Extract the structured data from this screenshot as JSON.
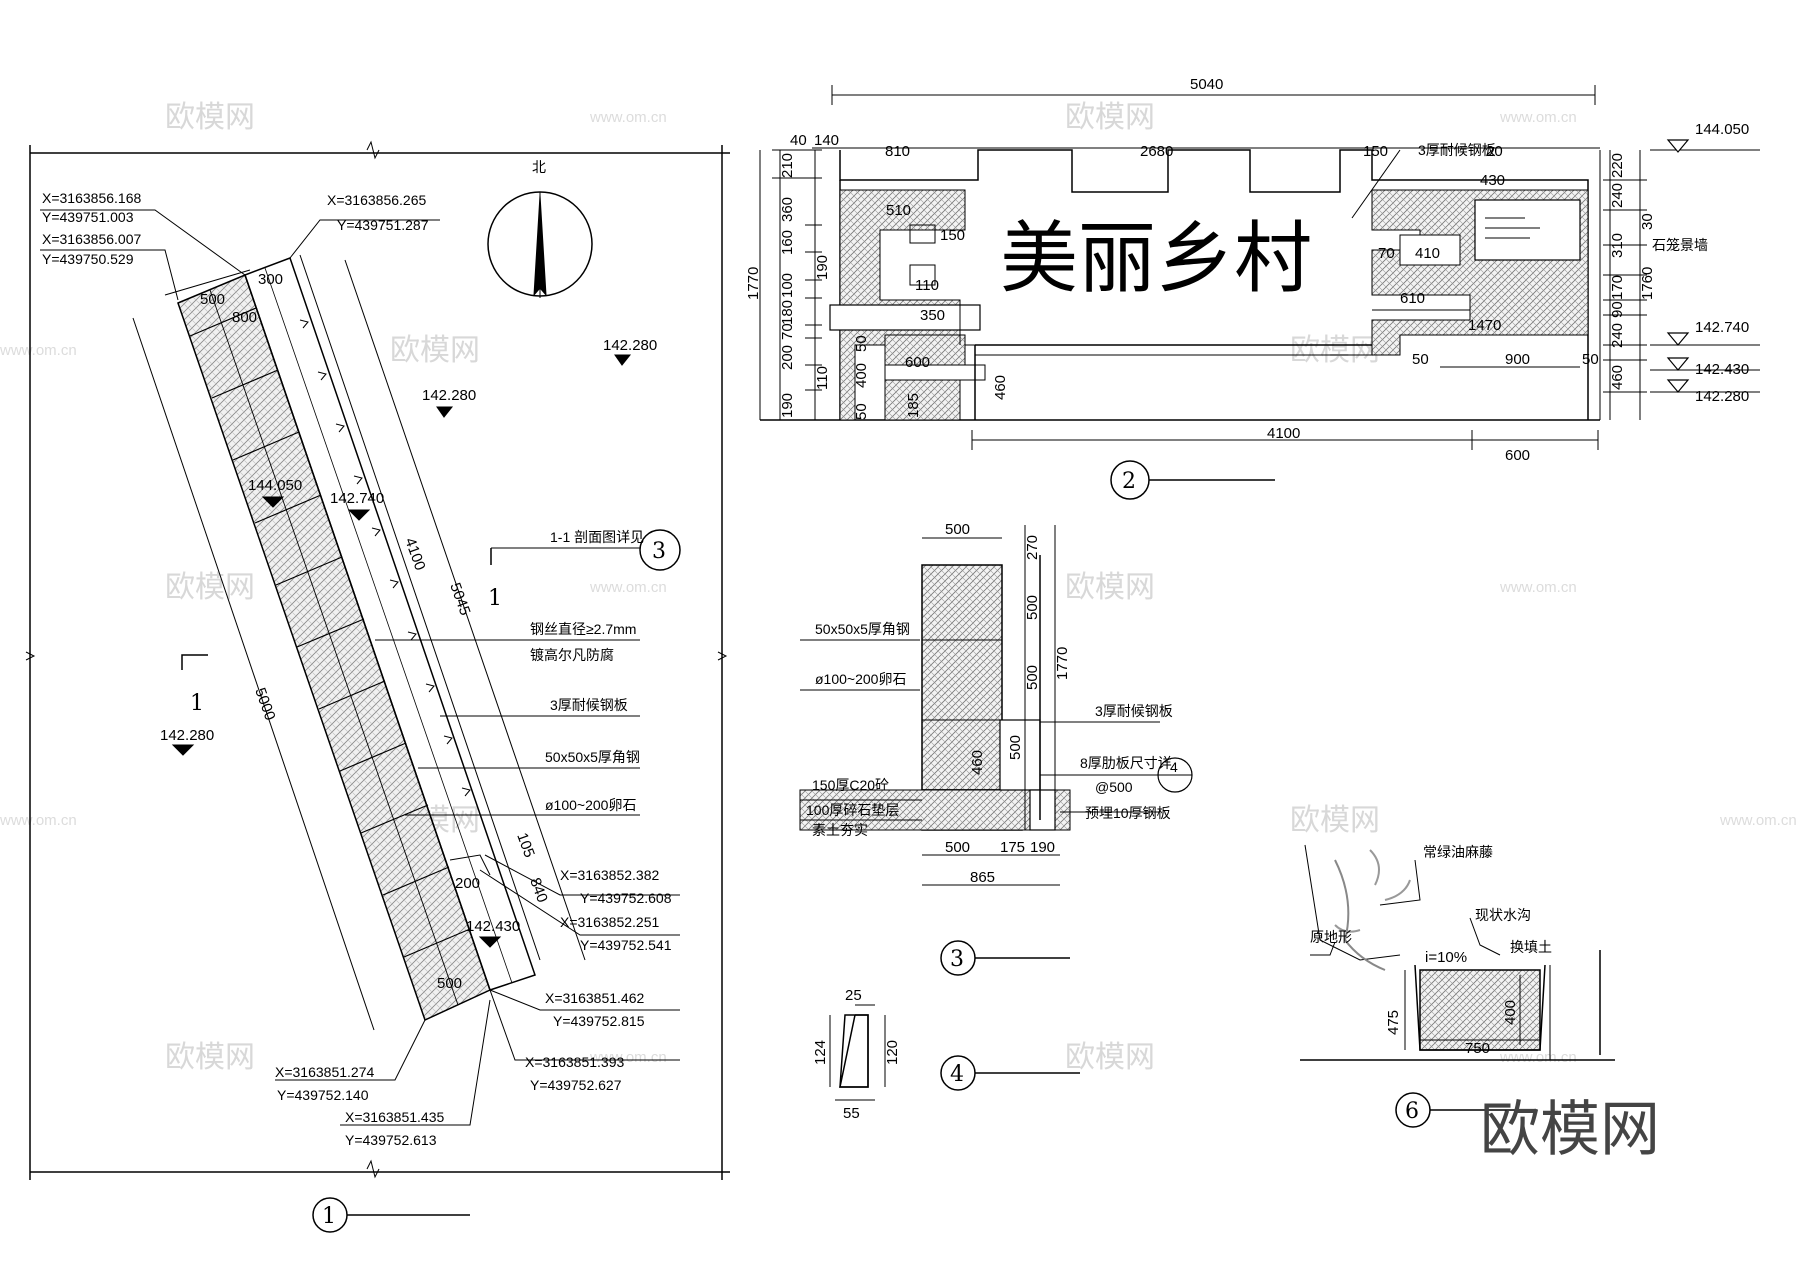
{
  "watermark": {
    "brand": "欧模网",
    "url": "www.om.cn",
    "corner": "欧模网"
  },
  "north": "北",
  "view1": {
    "label": "1",
    "ref": "3",
    "section_mark": "1",
    "ref_note": "1-1 剖面图详见",
    "coords": [
      {
        "x": "X=3163856.168",
        "y": "Y=439751.003"
      },
      {
        "x": "X=3163856.007",
        "y": "Y=439750.529"
      },
      {
        "x": "X=3163856.265",
        "y": "Y=439751.287"
      },
      {
        "x": "X=3163852.382",
        "y": "Y=439752.608"
      },
      {
        "x": "X=3163852.251",
        "y": "Y=439752.541"
      },
      {
        "x": "X=3163851.462",
        "y": "Y=439752.815"
      },
      {
        "x": "X=3163851.393",
        "y": "Y=439752.627"
      },
      {
        "x": "X=3163851.274",
        "y": "Y=439752.140"
      },
      {
        "x": "X=3163851.435",
        "y": "Y=439752.613"
      }
    ],
    "dims": [
      "500",
      "800",
      "300",
      "5000",
      "4100",
      "5045",
      "105",
      "840",
      "200",
      "500"
    ],
    "elevations": [
      "142.280",
      "142.280",
      "144.050",
      "142.740",
      "142.280",
      "142.430"
    ],
    "notes": [
      "钢丝直径≥2.7mm",
      "镀高尔凡防腐",
      "3厚耐候钢板",
      "50x50x5厚角钢",
      "ø100~200卵石"
    ]
  },
  "view2": {
    "label": "2",
    "title": "美丽乡村",
    "top_dims": [
      "5040",
      "40",
      "140",
      "810",
      "2680",
      "150",
      "3厚耐候钢板",
      "20"
    ],
    "inner_dims": [
      "430",
      "510",
      "150",
      "110",
      "350",
      "70",
      "410",
      "610",
      "1470",
      "600",
      "460",
      "185",
      "50",
      "900",
      "50"
    ],
    "left_dims": [
      "210",
      "360",
      "160",
      "190",
      "100",
      "180",
      "70",
      "200",
      "110",
      "190",
      "1770",
      "400",
      "50",
      "50"
    ],
    "right_dims": [
      "220",
      "240",
      "30",
      "310",
      "1760",
      "170",
      "90",
      "240",
      "460"
    ],
    "bottom_dims": [
      "4100",
      "600"
    ],
    "right_note": "石笼景墙",
    "elevations": [
      "144.050",
      "142.740",
      "142.430",
      "142.280"
    ]
  },
  "view3": {
    "label": "3",
    "dims_top": "500",
    "dims_right": [
      "270",
      "500",
      "500",
      "500",
      "1770",
      "460"
    ],
    "dims_bottom": [
      "500",
      "175",
      "190",
      "865"
    ],
    "notes_left": [
      "50x50x5厚角钢",
      "ø100~200卵石",
      "150厚C20砼",
      "100厚碎石垫层",
      "素土夯实"
    ],
    "notes_right": [
      "3厚耐候钢板",
      "8厚肋板尺寸详",
      "@500",
      "预埋10厚钢板"
    ],
    "ref": "4"
  },
  "view4": {
    "label": "4",
    "dims": [
      "25",
      "124",
      "120",
      "55"
    ]
  },
  "view6": {
    "label": "6",
    "notes": [
      "常绿油麻藤",
      "原地形",
      "现状水沟",
      "换填土",
      "i=10%"
    ],
    "dims": [
      "475",
      "400",
      "750"
    ]
  }
}
